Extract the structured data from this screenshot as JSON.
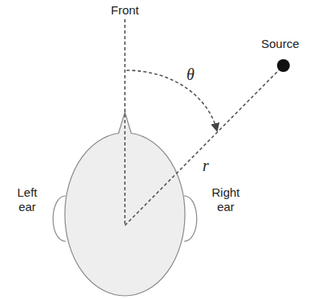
{
  "diagram": {
    "labels": [
      "Front",
      "θ",
      "Source",
      "r",
      "Left ear",
      "Right ear"
    ]
  }
}
